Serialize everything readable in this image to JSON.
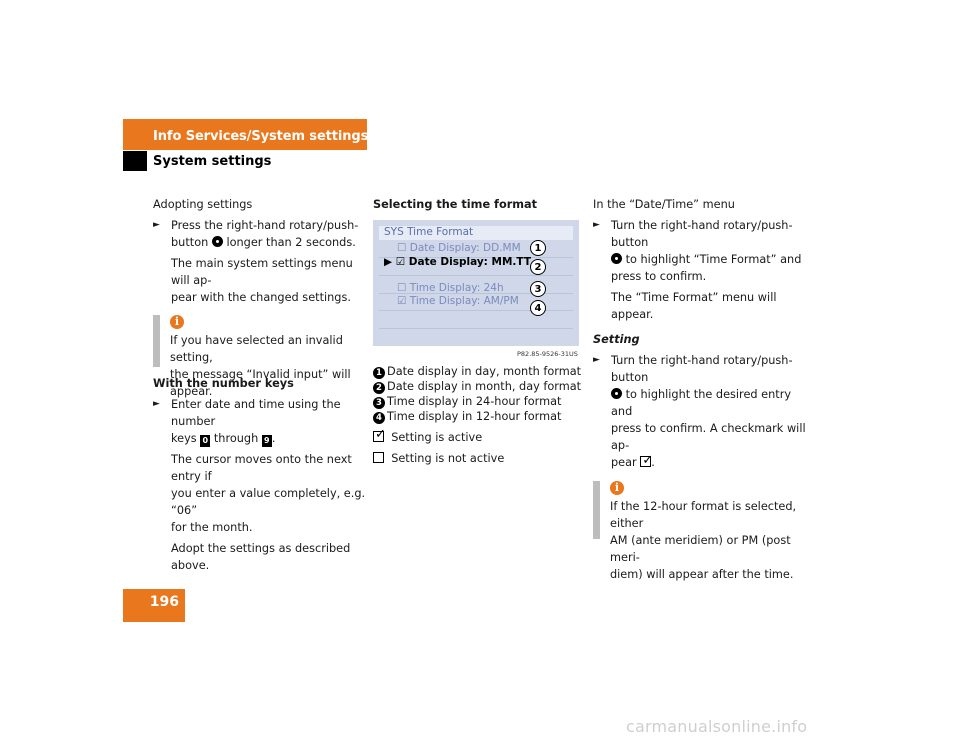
{
  "header": {
    "section_title": "Info Services/System settings",
    "subsection_title": "System settings"
  },
  "page_number": "196",
  "left_column": {
    "intro": "Adopting settings",
    "step1_a": "Press the right-hand rotary/push-",
    "step1_b": "button",
    "step1_c": "longer than 2 seconds.",
    "result1_a": "The main system settings menu will ap-",
    "result1_b": "pear with the changed settings.",
    "note_a": "If you have selected an invalid setting,",
    "note_b": "the message “Invalid input” will appear.",
    "heading2": "With the number keys",
    "step2_a": "Enter date and time using the number",
    "step2_b": "keys",
    "key0": "0",
    "step2_through": "through",
    "key9": "9",
    "step2_end": ".",
    "result2_a": "The cursor moves onto the next entry if",
    "result2_b": "you enter a value completely, e.g. “06”",
    "result2_c": "for the month.",
    "result2_d": "Adopt the settings as described above."
  },
  "middle_column": {
    "heading": "Selecting the time format",
    "screen": {
      "title": "SYS Time Format",
      "entries": [
        "☐ Date Display: DD.MM",
        "▶  ☑ Date Display: MM.TT",
        "☐ Time Display: 24h",
        "☑ Time Display: AM/PM"
      ],
      "callouts": [
        "1",
        "2",
        "3",
        "4"
      ]
    },
    "image_code": "P82.85-9526-31US",
    "legend": [
      {
        "num": "1",
        "text": "Date display in day, month format"
      },
      {
        "num": "2",
        "text": "Date display in month, day format"
      },
      {
        "num": "3",
        "text": "Time display in 24-hour format"
      },
      {
        "num": "4",
        "text": "Time display in 12-hour format"
      }
    ],
    "active_label": "Setting is active",
    "inactive_label": "Setting is not active"
  },
  "right_column": {
    "intro": "In the “Date/Time” menu",
    "step1_a": "Turn the right-hand rotary/push-button",
    "step1_b": "to highlight “Time Format” and",
    "step1_c": "press to confirm.",
    "result1": "The “Time Format” menu will appear.",
    "heading2": "Setting",
    "step2_a": "Turn the right-hand rotary/push-button",
    "step2_b": "to highlight the desired entry and",
    "step2_c": "press to confirm. A checkmark will ap-",
    "step2_d": "pear",
    "step2_end": ".",
    "note_a": "If the 12-hour format is selected, either",
    "note_b": "AM (ante meridiem) or PM (post meri-",
    "note_c": "diem) will appear after the time."
  },
  "watermark": "carmanualsonline.info",
  "colors": {
    "accent": "#e8771e",
    "note_bar": "#bdbdbd",
    "screen_bg": "#cfd7e9"
  }
}
